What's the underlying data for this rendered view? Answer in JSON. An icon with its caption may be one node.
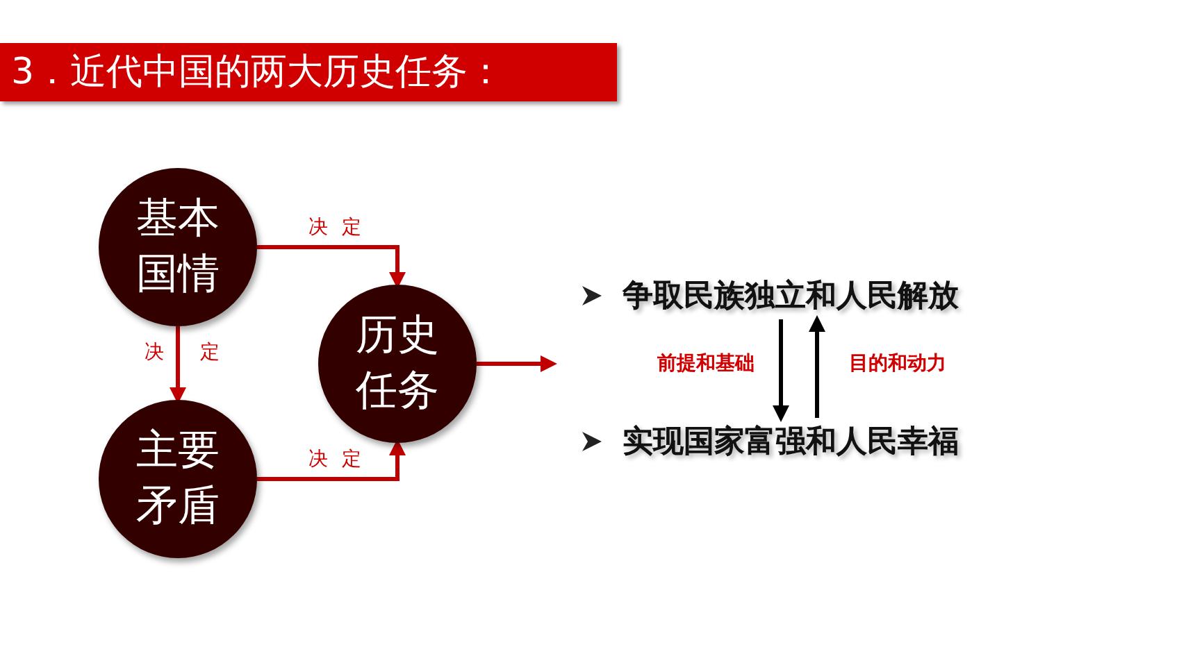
{
  "diagram": {
    "title": "3．近代中国的两大历史任务：",
    "nodes": [
      {
        "text": [
          "基本国情"
        ]
      },
      {
        "text": [
          "主要矛盾"
        ]
      },
      {
        "text": [
          "历史任务"
        ]
      },
      {
        "text": [
          "争取民族独立和人民解放"
        ]
      },
      {
        "text": [
          "实现国家富强和人民幸福"
        ]
      }
    ],
    "edges": [
      {
        "from": 0,
        "to": 2,
        "arrow": "to",
        "label": "决 定"
      },
      {
        "from": 0,
        "to": 1,
        "arrow": "to",
        "label": "决 定"
      },
      {
        "from": 1,
        "to": 2,
        "arrow": "to",
        "label": "决 定"
      },
      {
        "from": 2,
        "to": null,
        "arrow": "to"
      },
      {
        "from": 3,
        "to": 4,
        "arrow": "to",
        "label": "前提和基础",
        "color": "#000000"
      },
      {
        "from": 4,
        "to": 3,
        "arrow": "to",
        "label": "目的和动力",
        "color": "#000000"
      }
    ]
  }
}
